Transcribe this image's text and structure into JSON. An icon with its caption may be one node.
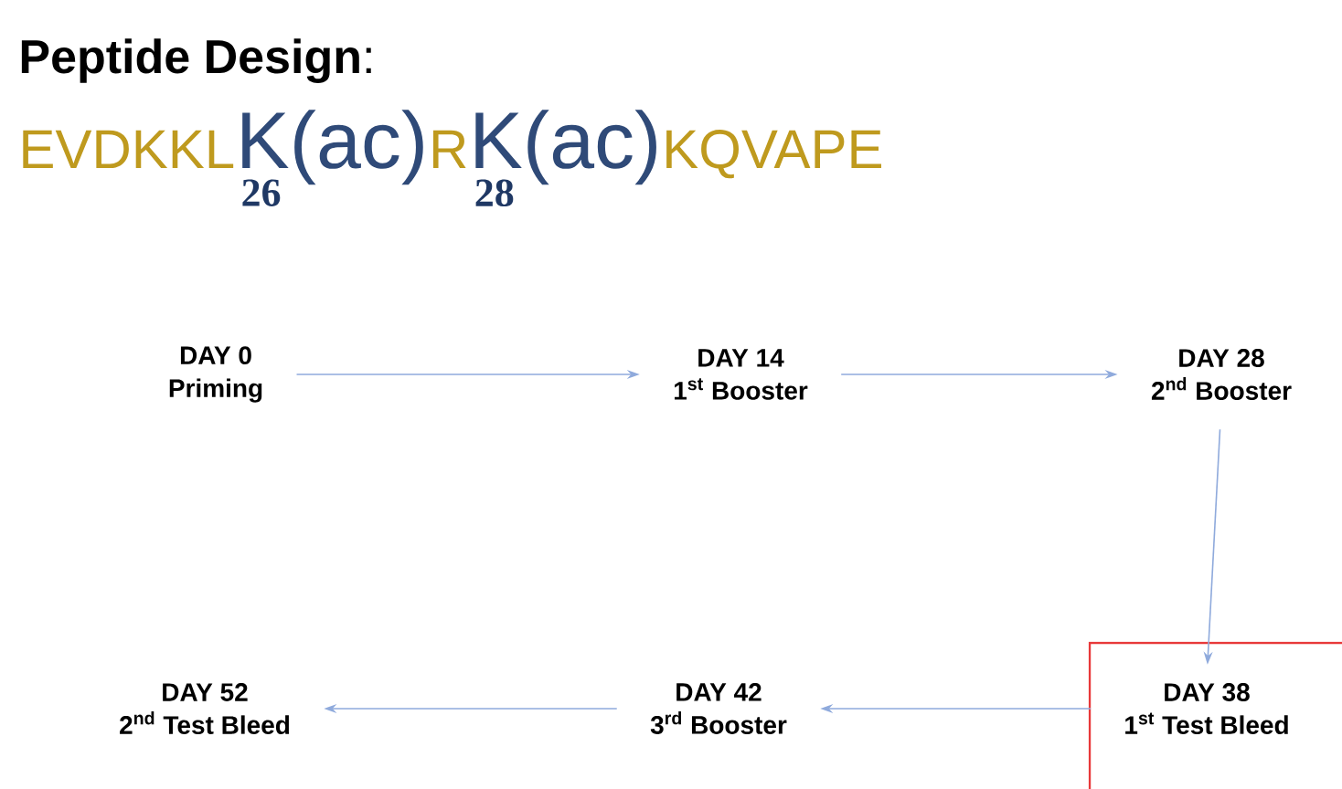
{
  "diagram": {
    "title": "**Peptide Design**:",
    "nodes": [
      {
        "text": [
          "DAY 0",
          "Priming"
        ]
      },
      {
        "text": [
          "DAY 14",
          "1$^{st}$ Booster"
        ]
      },
      {
        "text": [
          "DAY 28",
          "2$^{nd}$ Booster"
        ]
      },
      {
        "text": [
          "DAY 52",
          "2$^{nd}$ Test Bleed"
        ]
      },
      {
        "text": [
          "DAY 42",
          "3$^{rd}$ Booster"
        ]
      },
      {
        "text": [
          "DAY 38",
          "1$^{st}$ Test Bleed"
        ]
      }
    ],
    "edges": [
      {
        "from": 0,
        "to": 1,
        "arrow": "to"
      },
      {
        "from": 1,
        "to": 2,
        "arrow": "to"
      },
      {
        "from": 2,
        "to": 5,
        "arrow": "to"
      },
      {
        "from": 5,
        "to": 4,
        "arrow": "to"
      },
      {
        "from": 4,
        "to": 3,
        "arrow": "to"
      }
    ],
    "labels": [
      "EVDKKL",
      "K(ac)",
      "R",
      "K(ac)",
      "KQVAPE",
      "26",
      "28"
    ]
  }
}
